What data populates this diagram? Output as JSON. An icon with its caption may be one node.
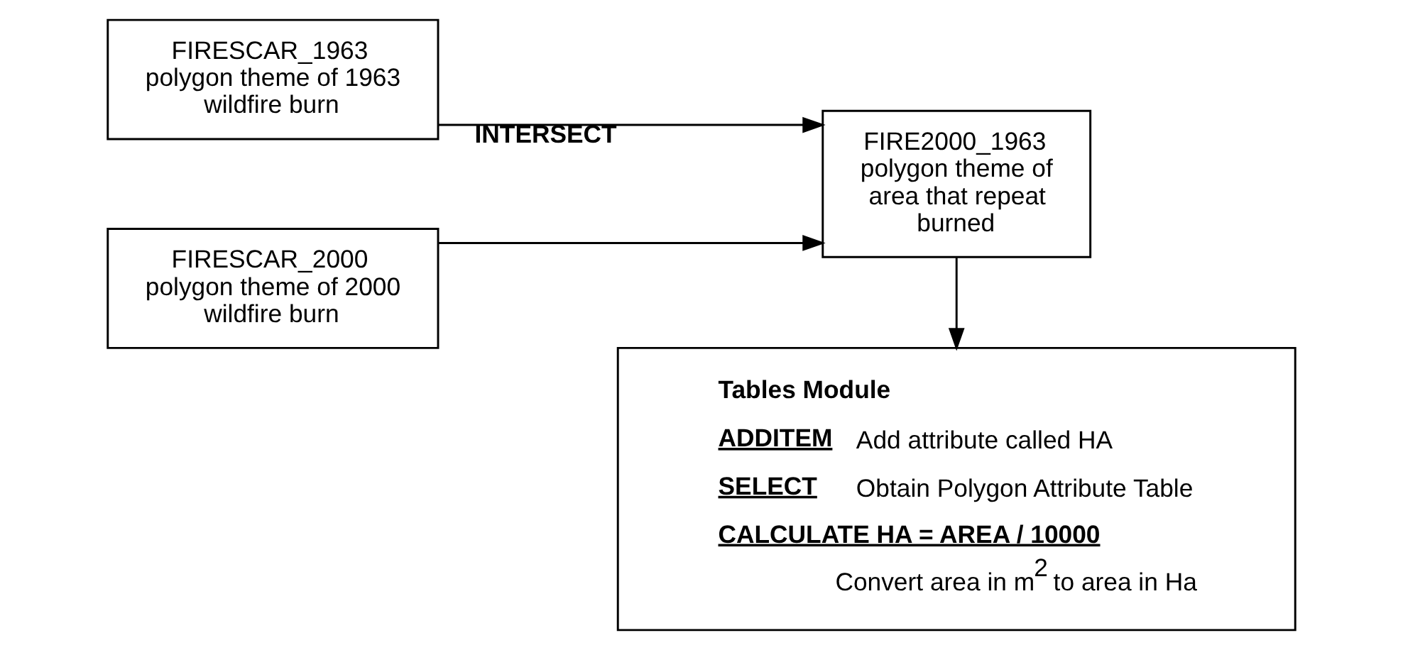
{
  "diagram": {
    "nodes": [
      {
        "text": [
          "FIRESCAR_1963",
          "polygon theme of 1963 wildfire burn"
        ]
      },
      {
        "text": [
          "FIRESCAR_2000",
          "polygon theme of 2000 wildfire burn"
        ]
      },
      {
        "text": [
          "FIRE2000_1963",
          "polygon theme of area that repeat burned"
        ]
      },
      {
        "text": [
          "Tables Module",
          "ADDITEM",
          "Add attribute called HA",
          "SELECT",
          "Obtain Polygon Attribute Table",
          "CALCULATE HA = AREA / 10000",
          "Convert area in m$^{2}$ to area in Ha"
        ]
      }
    ],
    "edges": [
      {
        "from": 0,
        "to": 2,
        "arrow": "to",
        "label": "INTERSECT"
      },
      {
        "from": 1,
        "to": 2,
        "arrow": "to"
      },
      {
        "from": 2,
        "to": 3,
        "arrow": "to"
      }
    ]
  }
}
